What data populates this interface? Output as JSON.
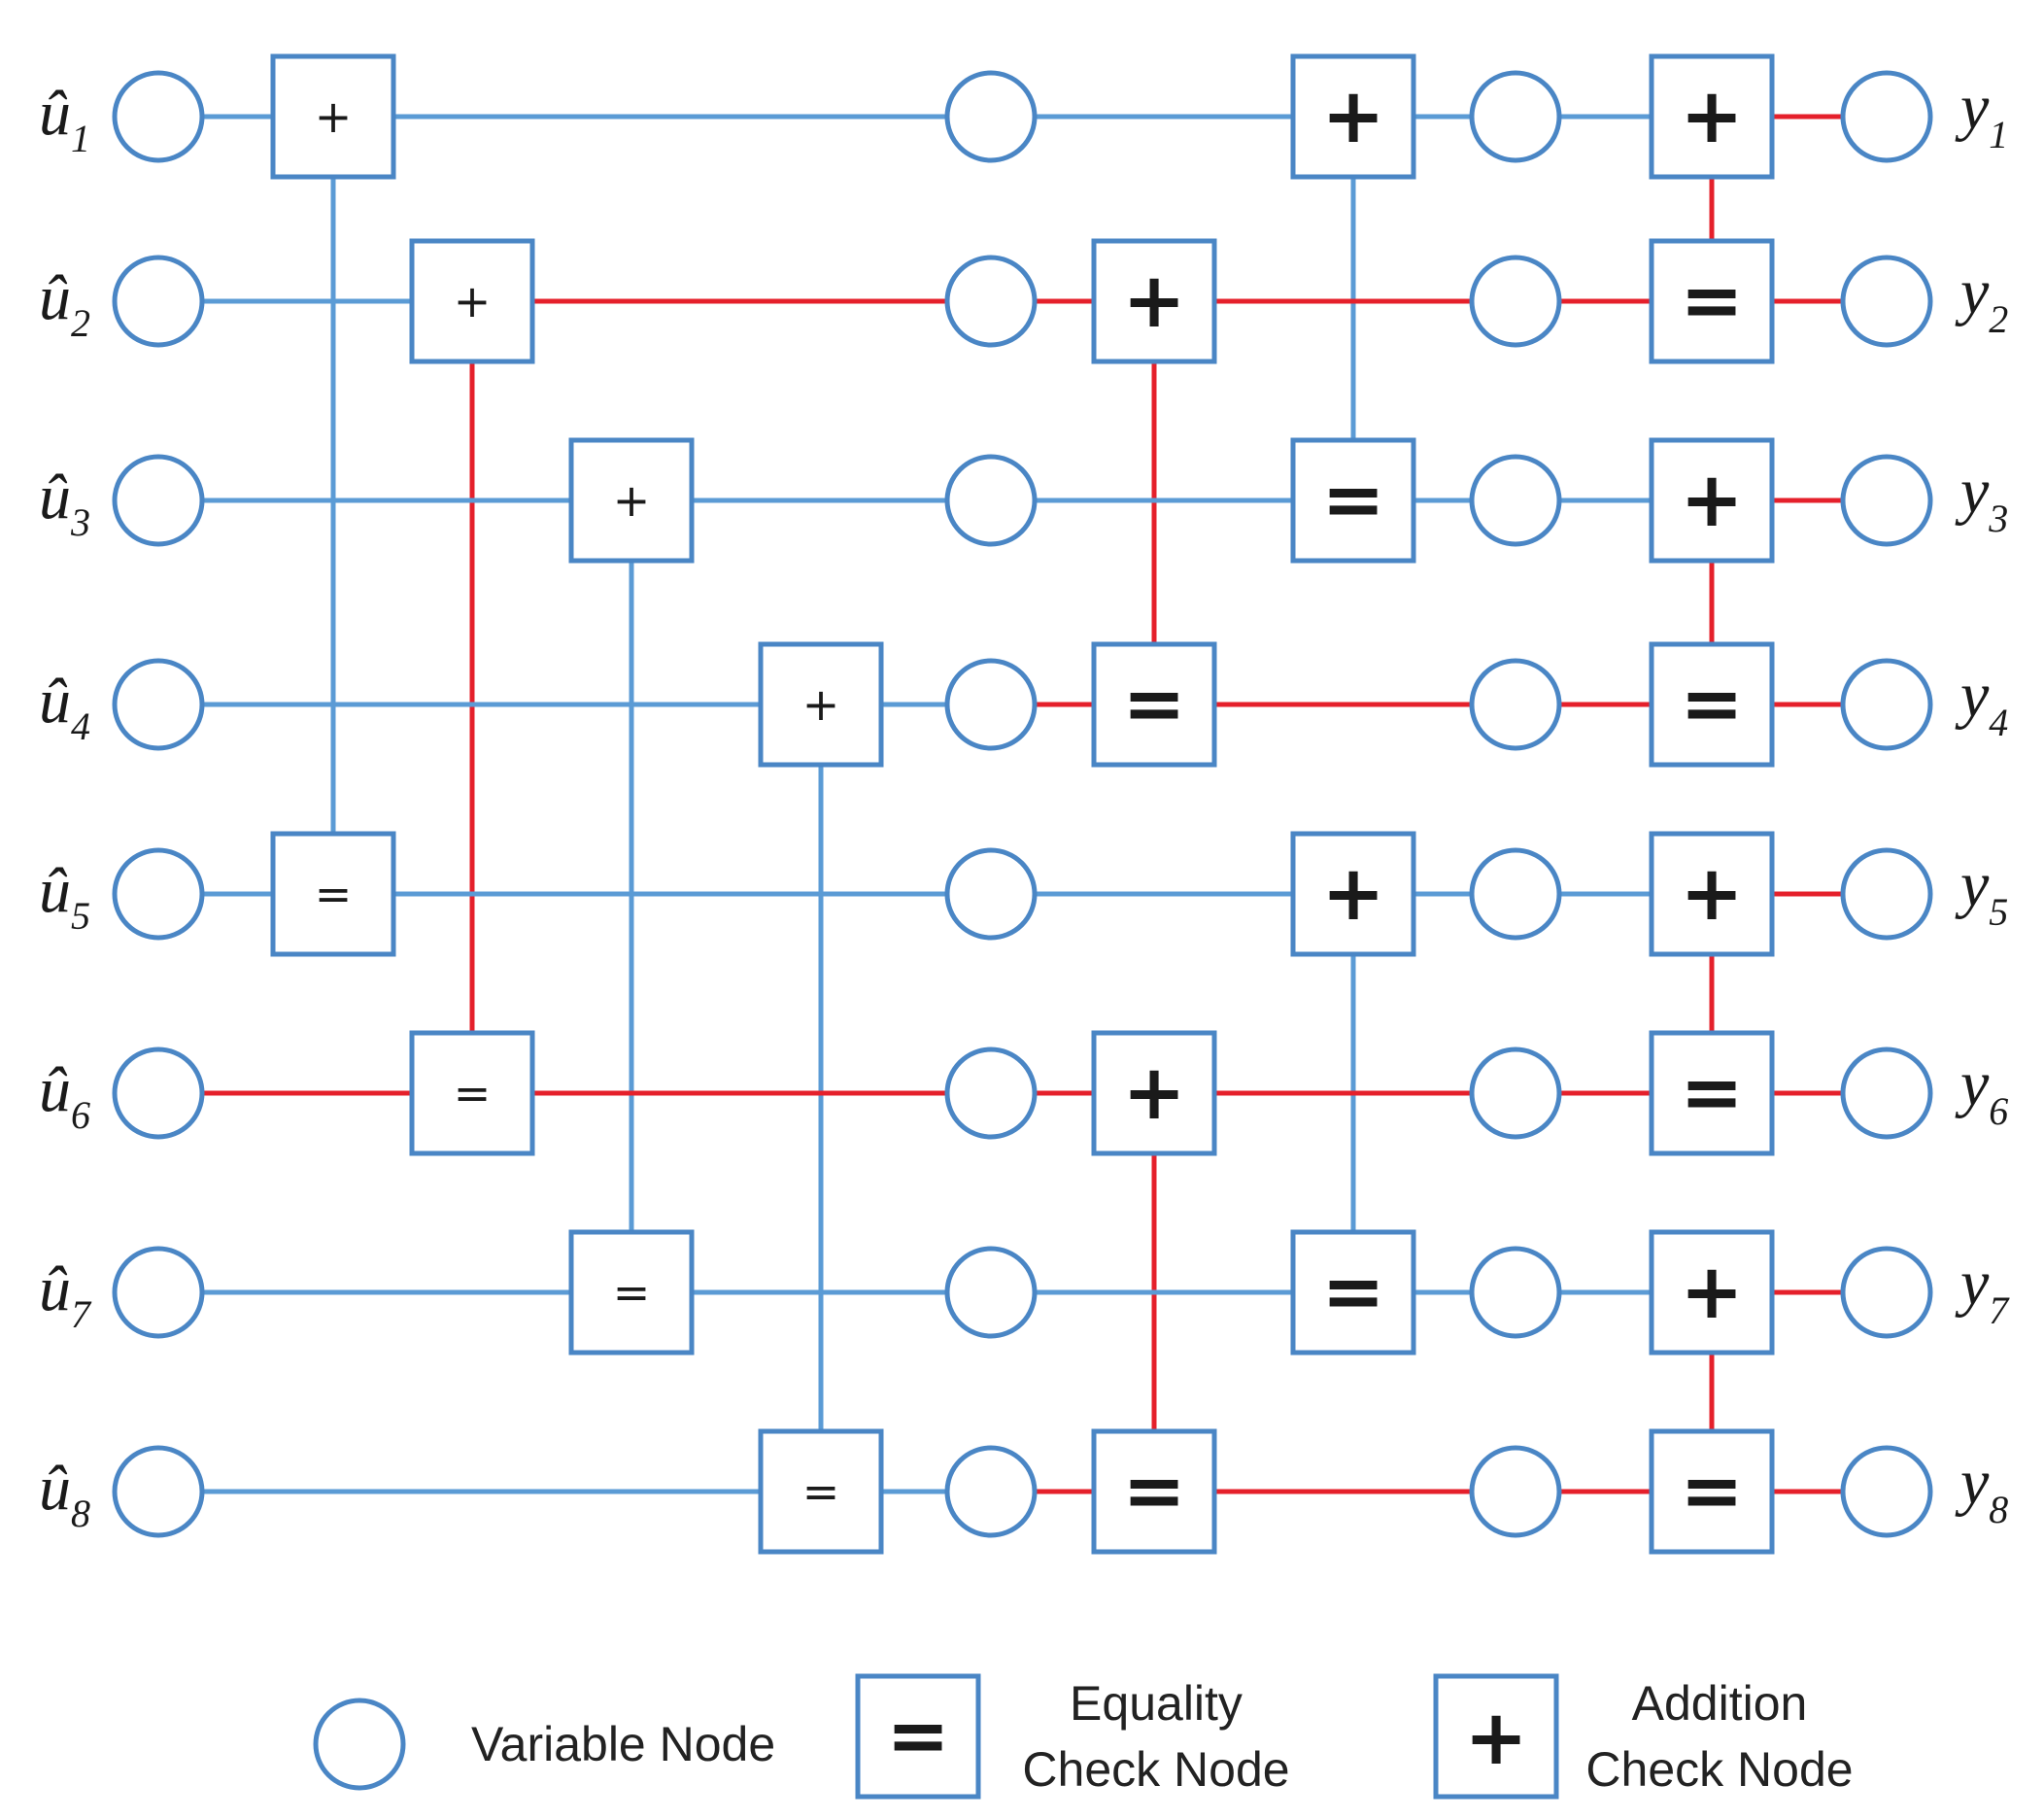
{
  "colors": {
    "blue": "#5b9bd5",
    "red": "#e5202b",
    "node_fill": "#ffffff",
    "symbol": "#1a1a1a"
  },
  "inputs": [
    {
      "base": "û",
      "sub": "1"
    },
    {
      "base": "û",
      "sub": "2"
    },
    {
      "base": "û",
      "sub": "3"
    },
    {
      "base": "û",
      "sub": "4"
    },
    {
      "base": "û",
      "sub": "5"
    },
    {
      "base": "û",
      "sub": "6"
    },
    {
      "base": "û",
      "sub": "7"
    },
    {
      "base": "û",
      "sub": "8"
    }
  ],
  "outputs": [
    {
      "base": "y",
      "sub": "1"
    },
    {
      "base": "y",
      "sub": "2"
    },
    {
      "base": "y",
      "sub": "3"
    },
    {
      "base": "y",
      "sub": "4"
    },
    {
      "base": "y",
      "sub": "5"
    },
    {
      "base": "y",
      "sub": "6"
    },
    {
      "base": "y",
      "sub": "7"
    },
    {
      "base": "y",
      "sub": "8"
    }
  ],
  "stage1": {
    "pairs": [
      [
        1,
        5
      ],
      [
        2,
        6
      ],
      [
        3,
        7
      ],
      [
        4,
        8
      ]
    ],
    "edge_color": [
      "blue",
      "red",
      "blue",
      "blue"
    ]
  },
  "stage2": {
    "pairs": [
      [
        1,
        3
      ],
      [
        2,
        4
      ],
      [
        5,
        7
      ],
      [
        6,
        8
      ]
    ],
    "edge_color": [
      "blue",
      "red",
      "blue",
      "red"
    ]
  },
  "stage3": {
    "pairs": [
      [
        1,
        2
      ],
      [
        3,
        4
      ],
      [
        5,
        6
      ],
      [
        7,
        8
      ]
    ],
    "edge_color": [
      "red",
      "red",
      "red",
      "red"
    ]
  },
  "legend": {
    "variable": "Variable Node",
    "equality": [
      "Equality",
      "Check Node"
    ],
    "addition": [
      "Addition",
      "Check Node"
    ],
    "equality_symbol": "=",
    "addition_symbol": "+"
  }
}
